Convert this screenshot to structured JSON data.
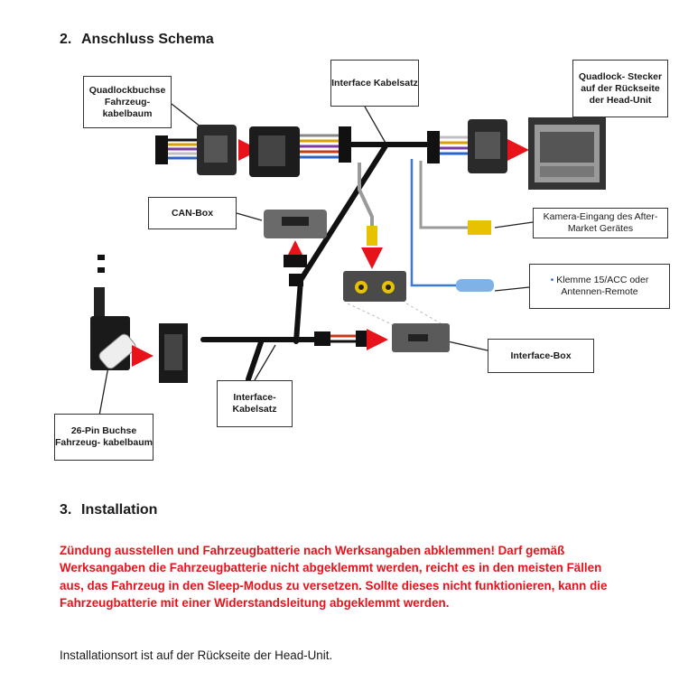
{
  "section2": {
    "number": "2.",
    "title": "Anschluss Schema"
  },
  "diagram": {
    "labels": {
      "quadlockbuchse": "Quadlockbuchse Fahrzeug- kabelbaum",
      "interface_kabelsatz_top": "Interface Kabelsatz",
      "quadlock_stecker": "Quadlock- Stecker auf der Rückseite der Head-Unit",
      "can_box": "CAN-Box",
      "kamera_eingang": "Kamera-Eingang des After-Market Gerätes",
      "klemme_bullet": "•",
      "klemme": "Klemme 15/ACC oder Antennen-Remote",
      "interface_box": "Interface-Box",
      "interface_kabelsatz_bottom": "Interface- Kabelsatz",
      "pin26_buchse": "26-Pin Buchse Fahrzeug- kabelbaum"
    },
    "colors": {
      "arrow": "#e8121b",
      "harness": "#111111",
      "gray_cable": "#9a9a9a",
      "blue_cable": "#3b7bd4",
      "rca_yellow": "#e6c200"
    }
  },
  "section3": {
    "number": "3.",
    "title": "Installation"
  },
  "warning": "Zündung ausstellen und Fahrzeugbatterie nach Werksangaben abklemmen! Darf gemäß Werksangaben die Fahrzeugbatterie nicht abgeklemmt werden, reicht es in den meisten Fällen aus, das Fahrzeug in den Sleep-Modus zu versetzen. Sollte dieses nicht funktionieren, kann die Fahrzeugbatterie mit einer Widerstandsleitung abgeklemmt werden.",
  "info": "Installationsort ist auf der Rückseite der Head-Unit."
}
